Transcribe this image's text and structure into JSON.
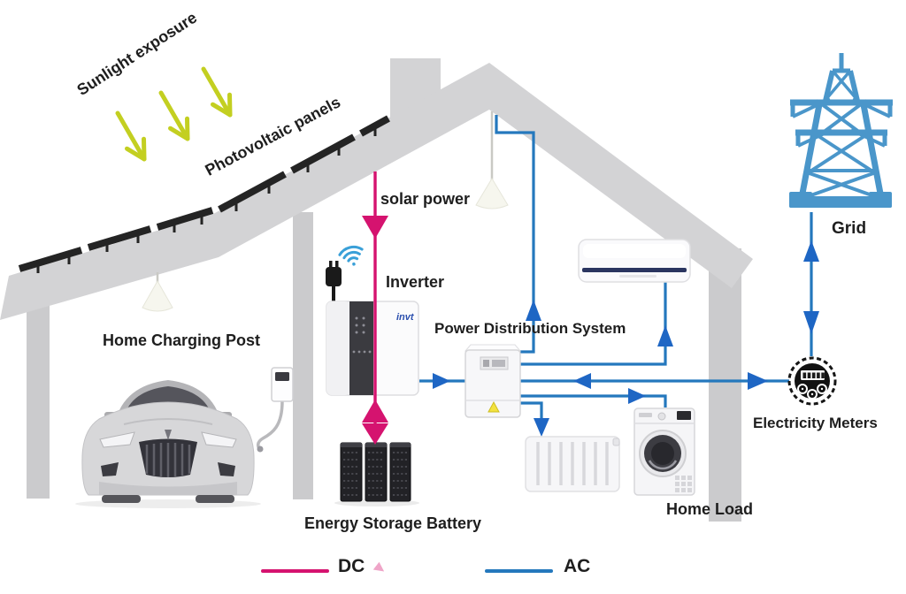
{
  "labels": {
    "sunlight_exposure": "Sunlight exposure",
    "photovoltaic_panels": "Photovoltaic panels",
    "solar_power": "solar power",
    "inverter": "Inverter",
    "inverter_logo": "invt",
    "power_distribution_system": "Power Distribution System",
    "home_charging_post": "Home Charging Post",
    "energy_storage_battery": "Energy Storage Battery",
    "home_load": "Home Load",
    "electricity_meters": "Electricity Meters",
    "grid": "Grid"
  },
  "legend": {
    "dc": "DC",
    "ac": "AC"
  },
  "colors": {
    "dc_line": "#d5136f",
    "ac_line": "#2478bd",
    "ac_arrow": "#1e66c4",
    "sunlight_arrow": "#c3cf21",
    "roof_gray": "#d3d3d5",
    "post_gray": "#cbcbcd",
    "grid_tower_blue": "#4a96ca",
    "label_text": "#1e1e1e",
    "inverter_logo_blue": "#2b4fae"
  },
  "icons": [
    "sun-arrow-icon",
    "pendant-lamp-icon",
    "wifi-icon",
    "plug-icon",
    "inverter-icon",
    "battery-stack-icon",
    "distribution-box-icon",
    "air-conditioner-icon",
    "radiator-icon",
    "washing-machine-icon",
    "electricity-meter-icon",
    "transmission-tower-icon",
    "car-icon",
    "charging-post-icon"
  ],
  "flows": [
    {
      "from": "photovoltaic-panels",
      "to": "inverter",
      "current": "DC",
      "label": "solar power",
      "bidirectional": false
    },
    {
      "from": "inverter",
      "to": "energy-storage-battery",
      "current": "DC",
      "bidirectional": true
    },
    {
      "from": "inverter",
      "to": "power-distribution-system",
      "current": "AC",
      "bidirectional": false
    },
    {
      "from": "power-distribution-system",
      "to": "roof-peak",
      "current": "AC",
      "bidirectional": false
    },
    {
      "from": "power-distribution-system",
      "to": "air-conditioner",
      "current": "AC",
      "bidirectional": false
    },
    {
      "from": "power-distribution-system",
      "to": "washing-machine",
      "current": "AC",
      "bidirectional": false
    },
    {
      "from": "power-distribution-system",
      "to": "radiator",
      "current": "AC",
      "bidirectional": false
    },
    {
      "from": "power-distribution-system",
      "to": "electricity-meters",
      "current": "AC",
      "bidirectional": true
    },
    {
      "from": "electricity-meters",
      "to": "grid",
      "current": "AC",
      "bidirectional": true
    }
  ]
}
